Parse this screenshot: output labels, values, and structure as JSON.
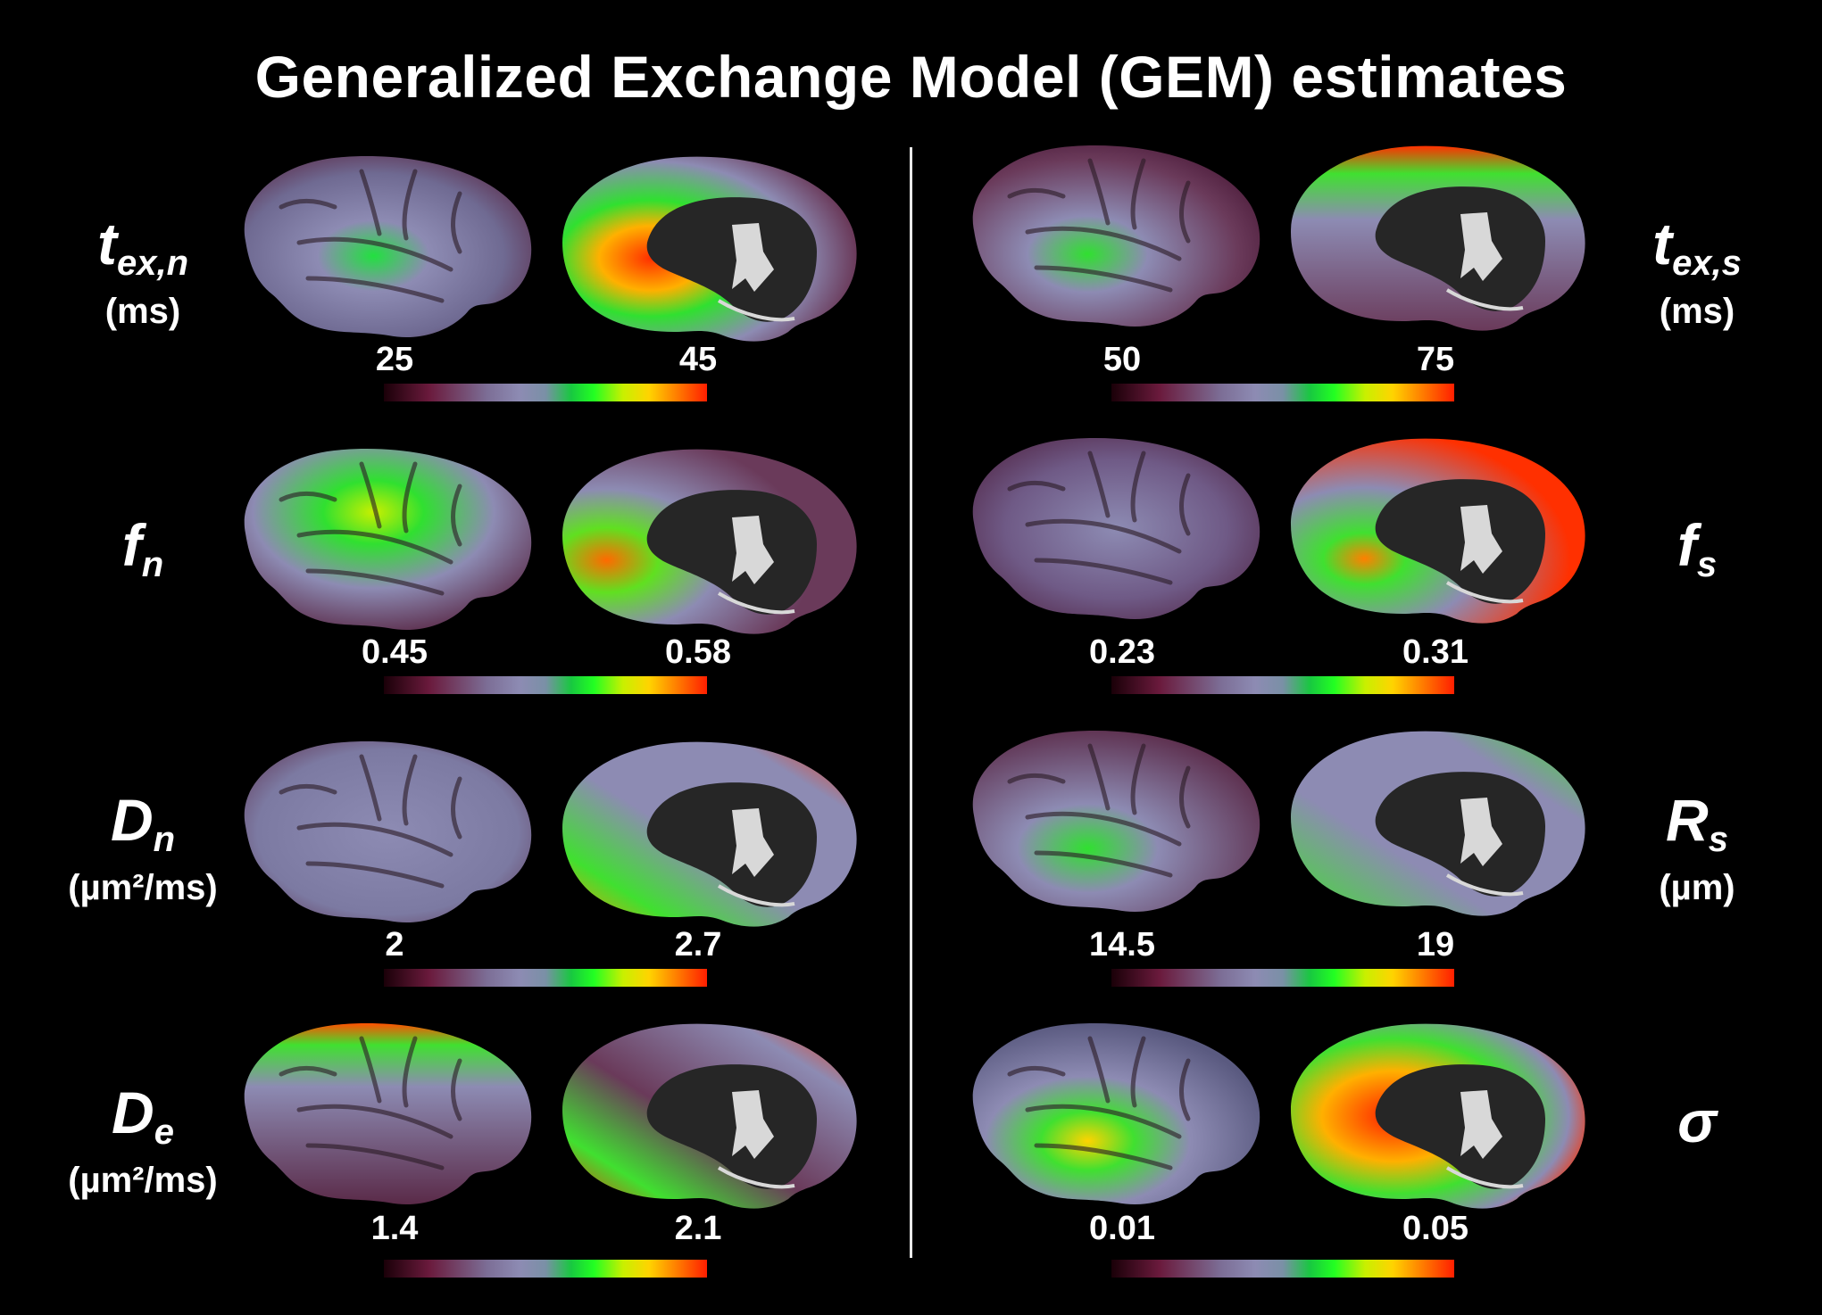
{
  "title": "Generalized Exchange Model (GEM) estimates",
  "colormap": [
    "#1a0008",
    "#6a1a3c",
    "#8d8bb3",
    "#22ff22",
    "#ffd400",
    "#ff1e00"
  ],
  "left_panels": [
    {
      "symbol": "t",
      "subscript": "ex,n",
      "unit": "(ms)",
      "min": "25",
      "max": "45"
    },
    {
      "symbol": "f",
      "subscript": "n",
      "unit": "",
      "min": "0.45",
      "max": "0.58"
    },
    {
      "symbol": "D",
      "subscript": "n",
      "unit": "(µm²/ms)",
      "min": "2",
      "max": "2.7"
    },
    {
      "symbol": "D",
      "subscript": "e",
      "unit": "(µm²/ms)",
      "min": "1.4",
      "max": "2.1"
    }
  ],
  "right_panels": [
    {
      "symbol": "t",
      "subscript": "ex,s",
      "unit": "(ms)",
      "min": "50",
      "max": "75"
    },
    {
      "symbol": "f",
      "subscript": "s",
      "unit": "",
      "min": "0.23",
      "max": "0.31"
    },
    {
      "symbol": "R",
      "subscript": "s",
      "unit": "(µm)",
      "min": "14.5",
      "max": "19"
    },
    {
      "symbol": "σ",
      "subscript": "",
      "unit": "",
      "min": "0.01",
      "max": "0.05"
    }
  ]
}
